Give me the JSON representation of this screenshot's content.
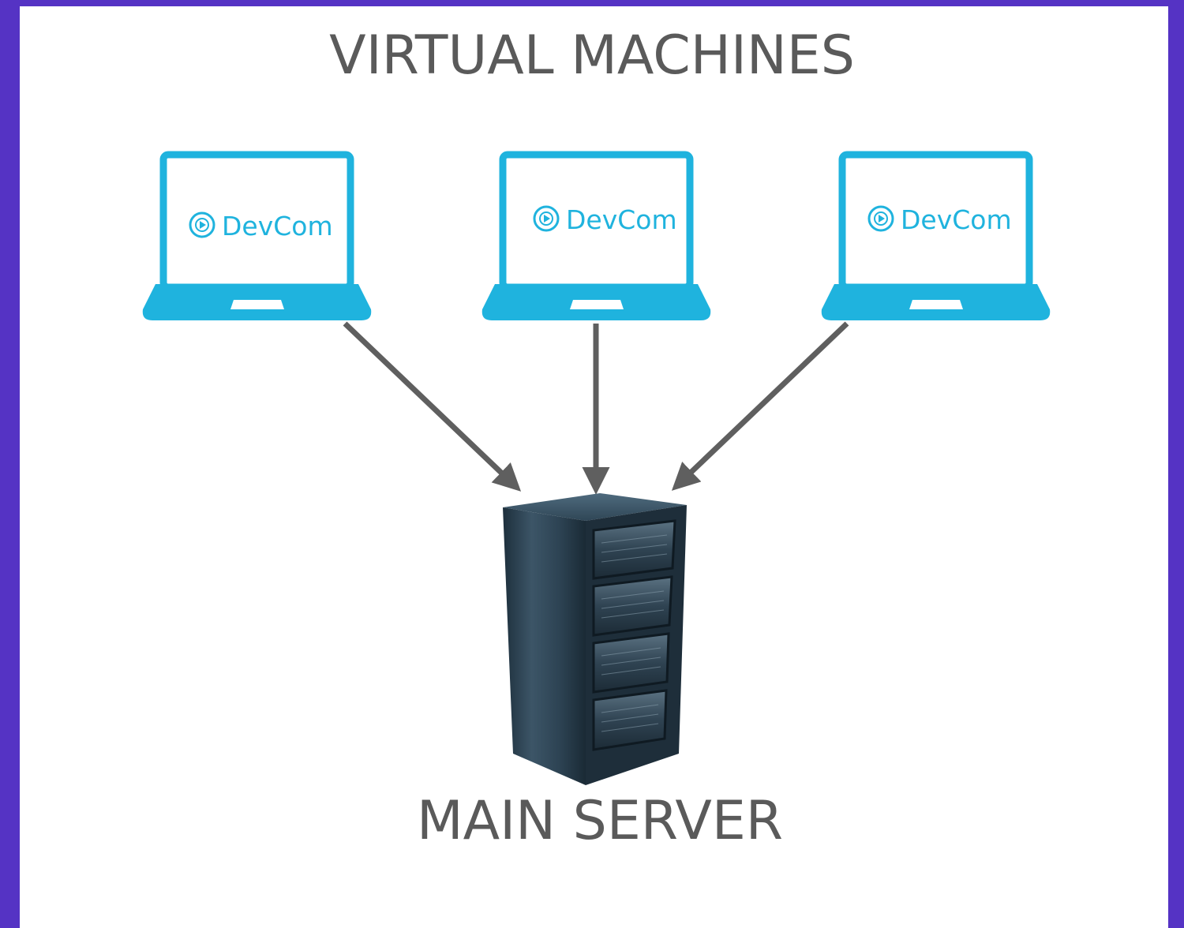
{
  "title": "VIRTUAL MACHINES",
  "server": {
    "label": "MAIN SERVER"
  },
  "machines": [
    {
      "brand": "DevCom",
      "icon": "laptop-icon"
    },
    {
      "brand": "DevCom",
      "icon": "laptop-icon"
    },
    {
      "brand": "DevCom",
      "icon": "laptop-icon"
    }
  ],
  "colors": {
    "frame": "#5533c4",
    "background": "#ffffff",
    "laptop": "#1fb3de",
    "arrow": "#5f5f5f",
    "text": "#5a5a5a",
    "server": "#2a3f4e"
  }
}
